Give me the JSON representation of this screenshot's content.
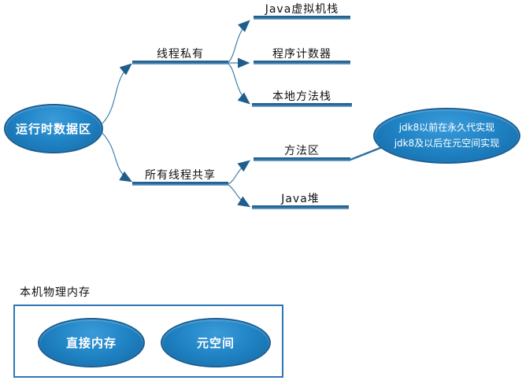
{
  "mindmap": {
    "root_label": "运行时数据区",
    "branch_private": {
      "label": "线程私有",
      "children": [
        "Java虚拟机栈",
        "程序计数器",
        "本地方法栈"
      ]
    },
    "branch_shared": {
      "label": "所有线程共享",
      "children": [
        "方法区",
        "Java堆"
      ]
    },
    "note": {
      "line1": "jdk8以前在永久代实现",
      "line2": "jdk8及以后在元空间实现"
    }
  },
  "physical_memory": {
    "title": "本机物理内存",
    "items": [
      "直接内存",
      "元空间"
    ]
  },
  "colors": {
    "node_fill": "#2185c6",
    "node_border": "#1b5e93",
    "branch_bar": "#2d6fa0",
    "connector_line": "#4380a8",
    "arrowhead": "#1e5d8c",
    "box_border": "#2e75b6",
    "node_text": "#ffffff",
    "label_text": "#111111"
  }
}
